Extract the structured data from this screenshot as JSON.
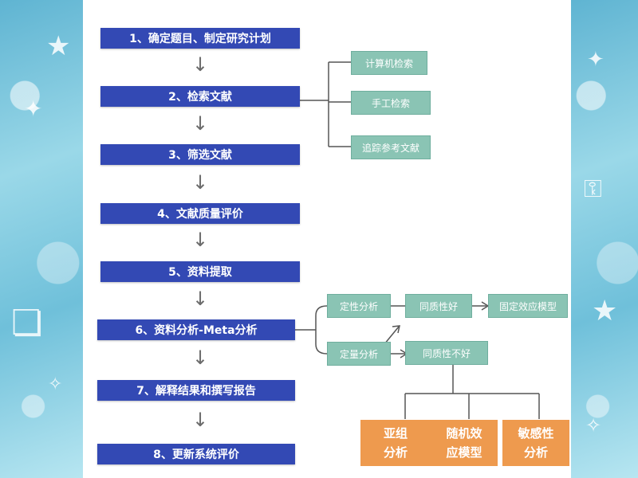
{
  "steps": [
    {
      "label": "1、确定题目、制定研究计划"
    },
    {
      "label": "2、检索文献"
    },
    {
      "label": "3、筛选文献"
    },
    {
      "label": "4、文献质量评价"
    },
    {
      "label": "5、资料提取"
    },
    {
      "label": "6、资料分析-Meta分析"
    },
    {
      "label": "7、解释结果和撰写报告"
    },
    {
      "label": "8、更新系统评价"
    }
  ],
  "retrieval_methods": [
    "计算机检索",
    "手工检索",
    "追踪参考文献"
  ],
  "analysis": {
    "qualitative": "定性分析",
    "quantitative": "定量分析",
    "homogeneous": "同质性好",
    "heterogeneous": "同质性不好",
    "fixed_model": "固定效应模型"
  },
  "heterogeneity_methods": [
    {
      "line1": "亚组",
      "line2": "分析"
    },
    {
      "line1": "随机效",
      "line2": "应模型"
    },
    {
      "line1": "敏感性",
      "line2": "分析"
    }
  ],
  "colors": {
    "step_fill": "#3349b4",
    "green_fill": "#8ac4b4",
    "orange_fill": "#ee9a4e",
    "connector": "#555555"
  }
}
